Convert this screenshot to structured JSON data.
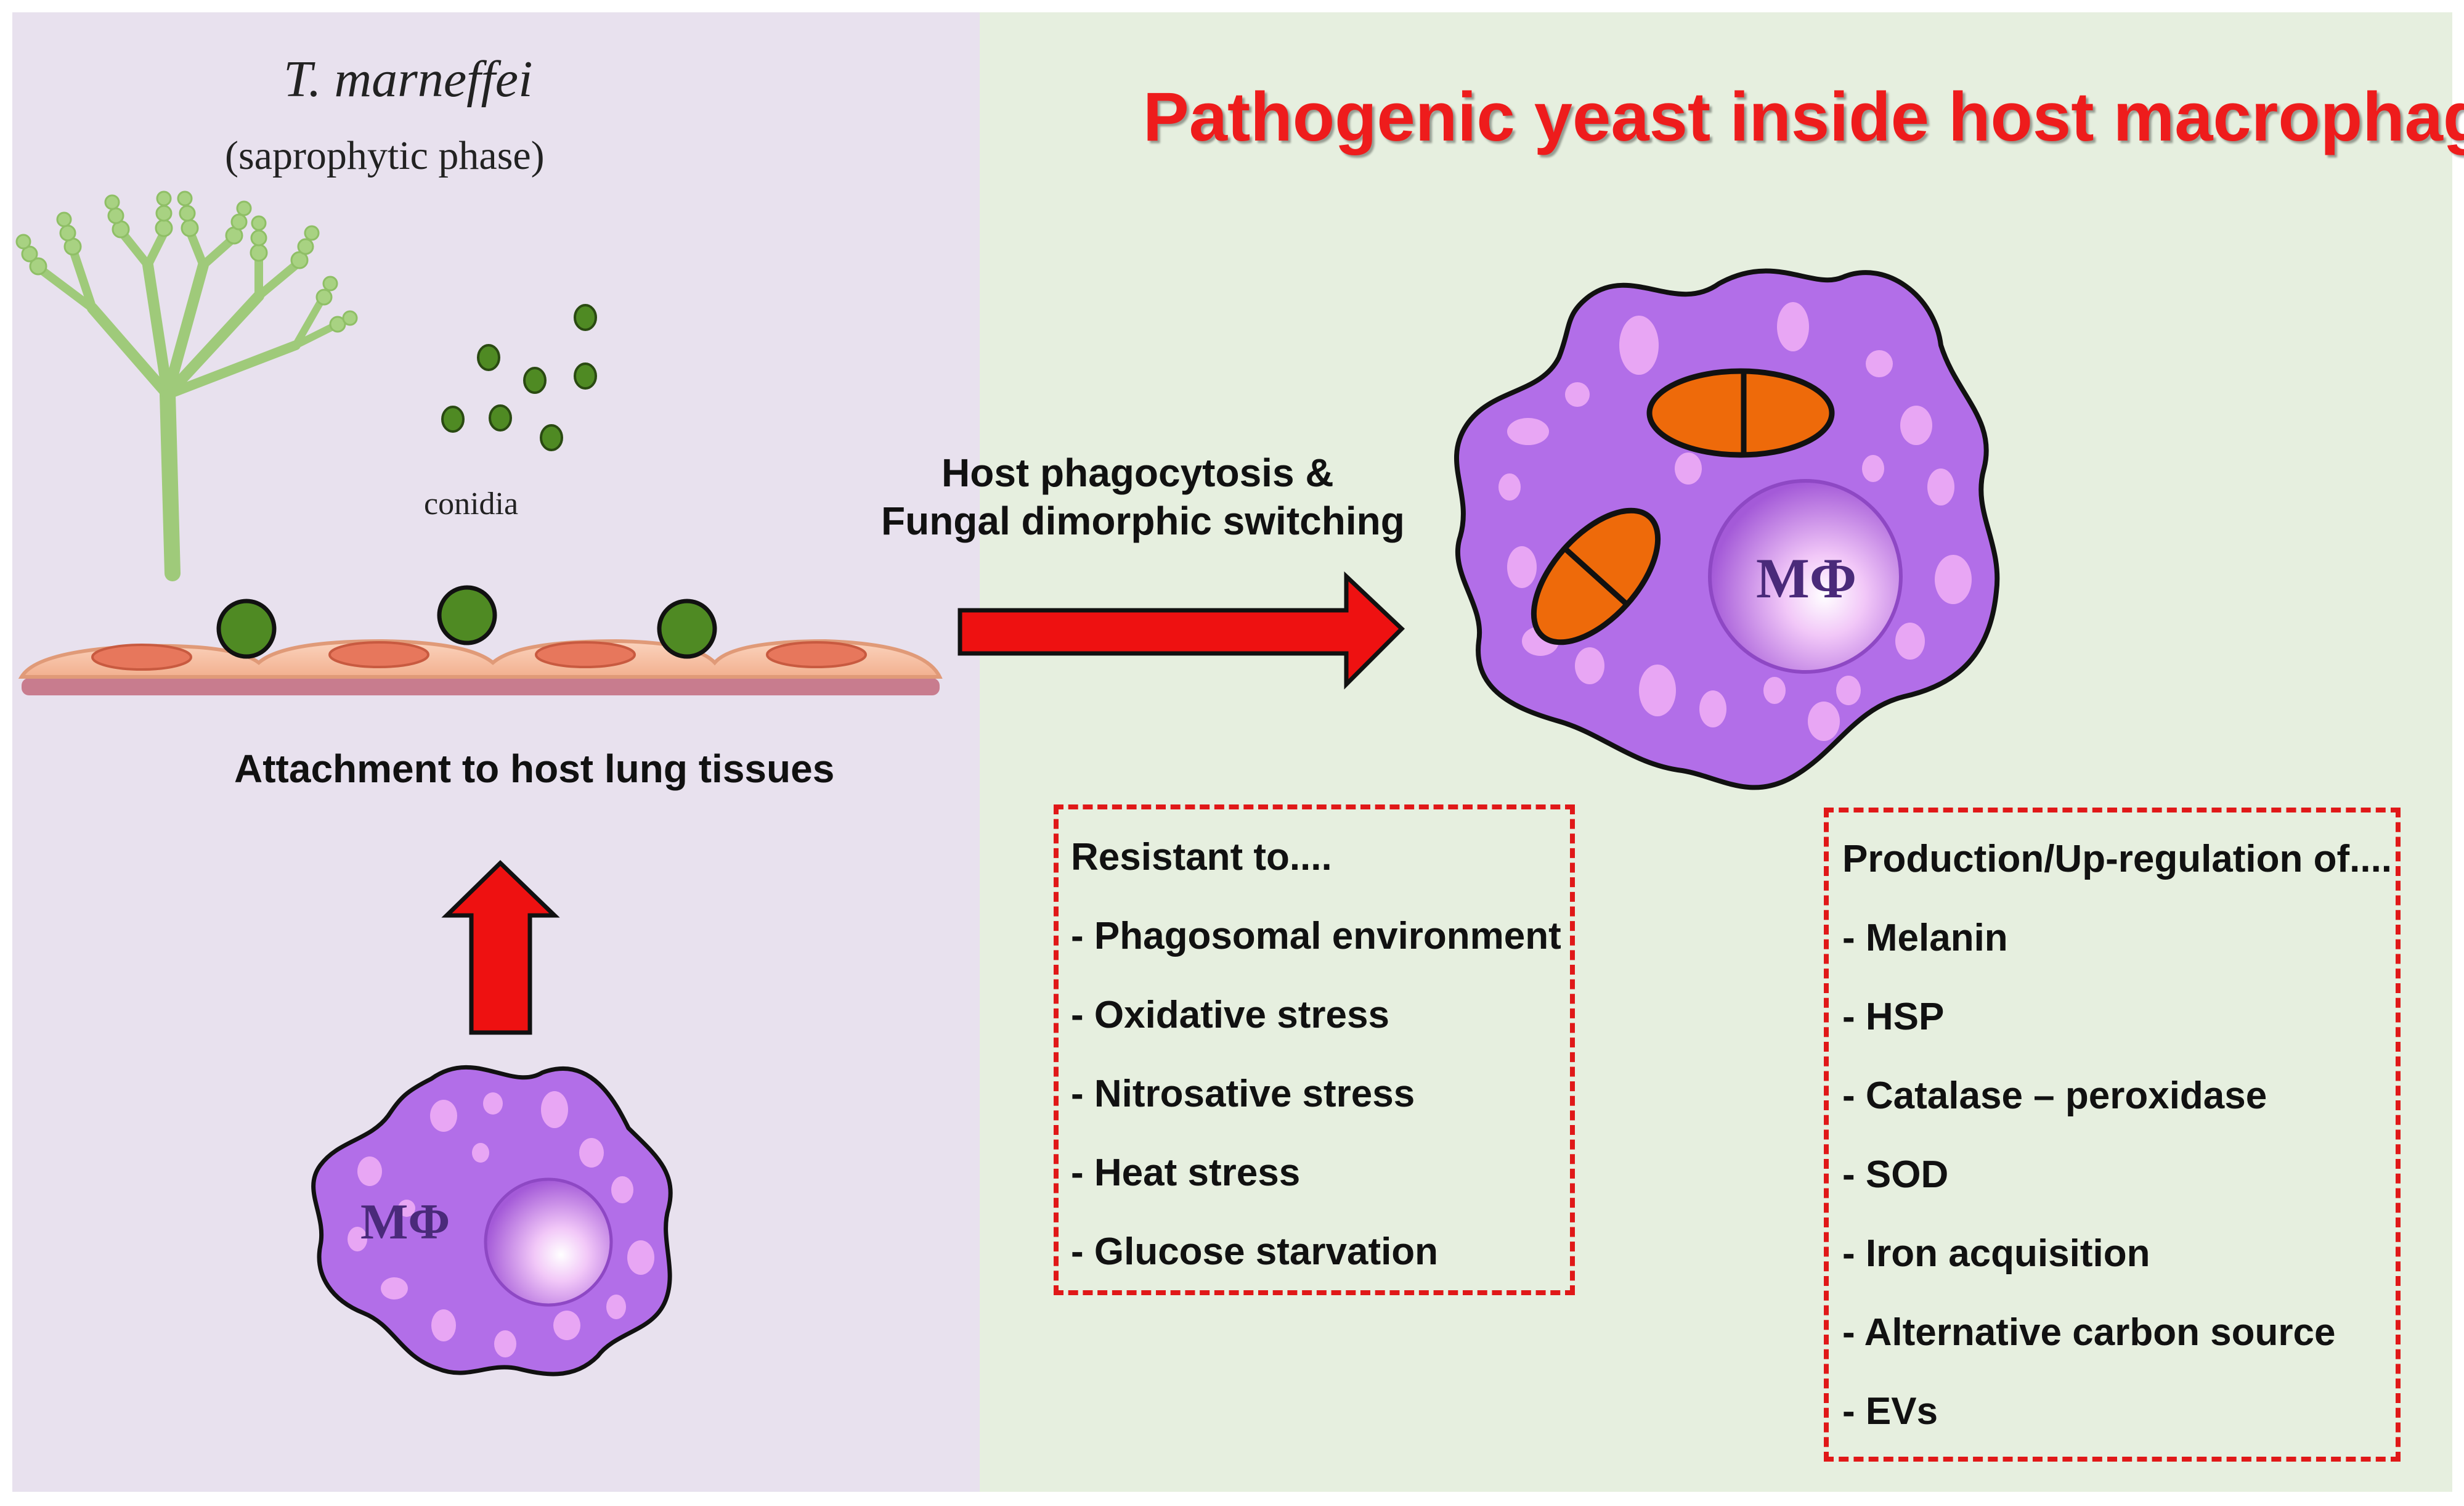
{
  "left_panel": {
    "species": "T. marneffei",
    "phase": "(saprophytic phase)",
    "conidia_label": "conidia",
    "attachment_label": "Attachment to host lung tissues",
    "macrophage_label": "MΦ"
  },
  "arrow_label": {
    "line1": "Host phagocytosis &",
    "line2": "Fungal dimorphic switching"
  },
  "right_panel": {
    "title": "Pathogenic yeast inside host macrophages",
    "macrophage_label": "MΦ",
    "resistance": {
      "heading": "Resistant to....",
      "items": [
        "- Phagosomal environment",
        "- Oxidative stress",
        "- Nitrosative stress",
        "- Heat stress",
        "- Glucose starvation"
      ]
    },
    "production": {
      "heading": "Production/Up-regulation of....",
      "items": [
        "- Melanin",
        "- HSP",
        "- Catalase – peroxidase",
        "- SOD",
        "- Iron acquisition",
        "- Alternative carbon source",
        "- EVs"
      ]
    }
  },
  "colors": {
    "left_bg": "#e8e1ee",
    "right_bg": "#e6efdf",
    "arrow": "#ee1111",
    "title": "#ee1c1c",
    "macrophage": "#b26ee8",
    "yeast": "#ee6a0a",
    "conidia": "#4a8a1e",
    "conidiophore": "#9fca7a",
    "epithelium": "#f6c0a4"
  }
}
